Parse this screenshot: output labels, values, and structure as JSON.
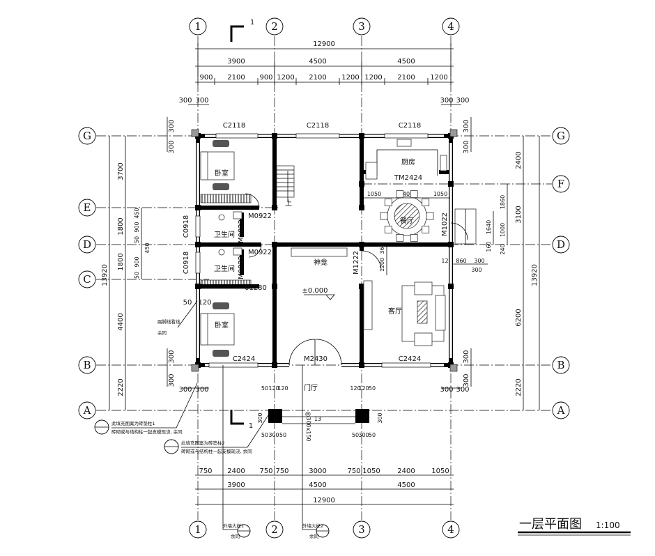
{
  "axes": {
    "vertical": [
      "1",
      "2",
      "3",
      "4"
    ],
    "horizontal": [
      "G",
      "F",
      "E",
      "D",
      "C",
      "B",
      "A"
    ]
  },
  "top_dims": {
    "total": "12900",
    "bays": [
      "3900",
      "4500",
      "4500"
    ],
    "openings": [
      "900",
      "2100",
      "900",
      "1200",
      "2100",
      "1200",
      "1200",
      "2100",
      "1200"
    ],
    "corner_left": [
      "300",
      "300"
    ],
    "corner_right": [
      "300",
      "300"
    ]
  },
  "bottom_dims": {
    "openings": [
      "750",
      "2400",
      "750",
      "750",
      "3000",
      "750",
      "1050",
      "2400",
      "1050"
    ],
    "bays": [
      "3900",
      "4500",
      "4500"
    ],
    "total": "12900"
  },
  "left_dims": {
    "total": "13920",
    "bays": [
      "3700",
      "1800",
      "1800",
      "4400",
      "2220"
    ],
    "windows": [
      "450",
      "900",
      "50",
      "450",
      "900",
      "50"
    ],
    "corner": [
      "300",
      "300",
      "300",
      "300"
    ],
    "skirting": [
      "50",
      "120"
    ]
  },
  "right_dims": {
    "total": "13920",
    "bays": [
      "2400",
      "3100",
      "6200",
      "2220"
    ],
    "step": [
      "1860",
      "1000",
      "1640",
      "160",
      "240"
    ],
    "corner": [
      "300",
      "300",
      "300",
      "300"
    ],
    "door_side": [
      "120",
      "860",
      "300",
      "300"
    ]
  },
  "kitchen_dims": [
    "1050",
    "2400",
    "1050"
  ],
  "living_dims": [
    "1200",
    "360"
  ],
  "windows": {
    "top": [
      "C2118",
      "C2118",
      "C2118"
    ],
    "bottom": [
      "C2424",
      "C2424"
    ],
    "side": [
      "C0918",
      "C0918"
    ]
  },
  "doors": {
    "main": "M2430",
    "bath1": "M0922",
    "bath2": "M0922",
    "bath1_inner": "M0822",
    "bath2_inner": "M0822",
    "bedroom2": "01280",
    "living": "M1222",
    "side": "M1022",
    "kitchen": "TM2424"
  },
  "rooms": {
    "bedroom1": "卧室",
    "bedroom2": "卧室",
    "bath1": "卫生间",
    "bath2": "卫生间",
    "kitchen": "厨房",
    "dining": "餐厅",
    "shrine": "神龛",
    "living": "客厅",
    "foyer": "门厅",
    "stair_up": "上",
    "level": "±0.000"
  },
  "porch_dims": [
    "50",
    "120",
    "120",
    "120",
    "120",
    "50",
    "@300x150",
    "13",
    "50",
    "300",
    "50",
    "50",
    "300",
    "50",
    "300",
    "300"
  ],
  "notes": {
    "skirting": [
      "踢脚线看线",
      "余同"
    ],
    "callout1": [
      "此填充图案为砖垫柱1",
      "砖砌或与结构柱一起支模现浇, 余同"
    ],
    "callout2": [
      "此填充图案为砖垫柱2",
      "砖砌或与结构柱一起支模现浇, 余同"
    ],
    "detail1": [
      "外墙大样1",
      "余同"
    ],
    "detail2": [
      "外墙大样2",
      "余同"
    ],
    "section_mark": "1"
  },
  "title": {
    "name": "一层平面图",
    "scale": "1:100"
  }
}
